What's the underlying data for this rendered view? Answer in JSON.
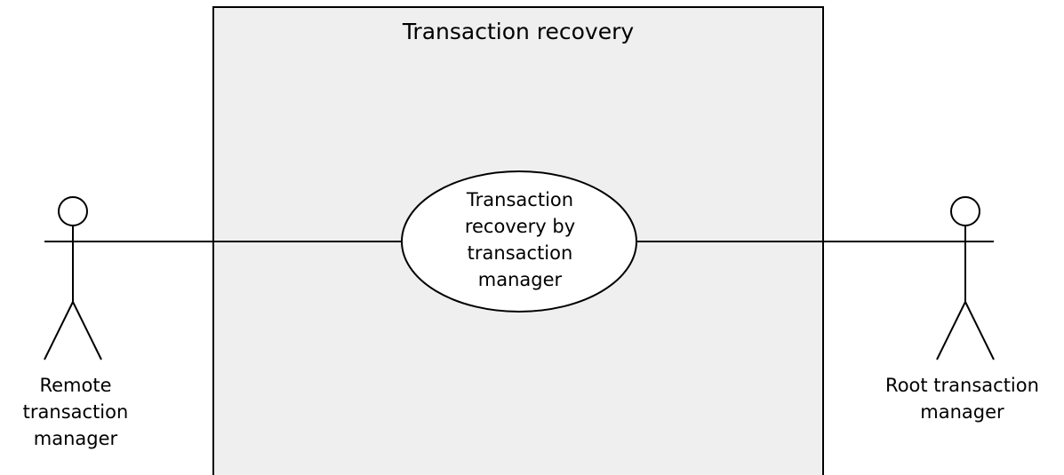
{
  "system": {
    "title": "Transaction recovery"
  },
  "use_case": {
    "label_lines": [
      "Transaction",
      "recovery by",
      "transaction",
      "manager"
    ]
  },
  "actors": {
    "left": {
      "label_lines": [
        "Remote",
        "transaction",
        "manager"
      ]
    },
    "right": {
      "label_lines": [
        "Root transaction",
        "manager"
      ]
    }
  },
  "style": {
    "boundary_fill": "#efefef",
    "stroke": "#000000",
    "usecase_fill": "#ffffff"
  }
}
